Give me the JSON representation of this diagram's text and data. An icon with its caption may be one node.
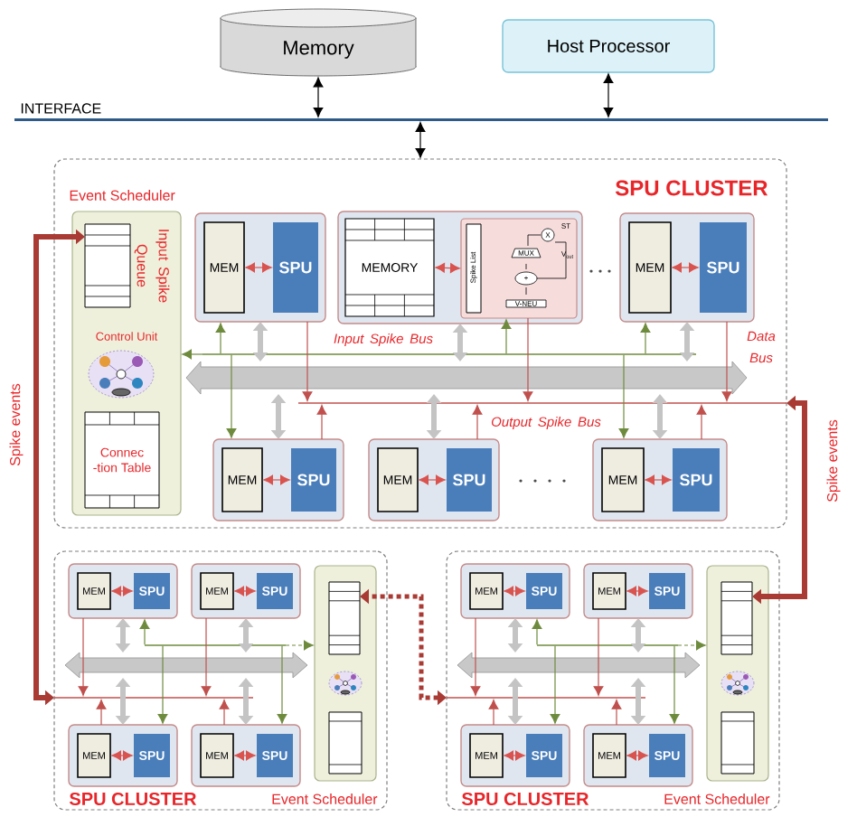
{
  "diagram": {
    "nodes": [
      {
        "text": [
          "Memory"
        ]
      },
      {
        "text": [
          "Host Processor"
        ]
      },
      {
        "text": [
          "INTERFACE"
        ]
      },
      {
        "text": [
          "SPU CLUSTER"
        ]
      },
      {
        "text": [
          "Event Scheduler"
        ],
        "in": 3
      },
      {
        "text": [],
        "shape": "box",
        "beside": [
          "Input Spike Queue"
        ],
        "in": 4
      },
      {
        "text": [
          "Control Unit"
        ],
        "in": 4
      },
      {
        "text": [
          "Connec -tion Table"
        ],
        "in": 4
      },
      {
        "text": [],
        "shape": "box",
        "in": 3
      },
      {
        "text": [
          "MEM"
        ],
        "in": 8
      },
      {
        "text": [
          "SPU"
        ],
        "in": 8
      },
      {
        "text": [],
        "shape": "box",
        "in": 3
      },
      {
        "text": [
          "MEMORY"
        ],
        "in": 11
      },
      {
        "text": [
          "Spike List",
          "MUX",
          "X",
          "ST",
          "V$_{out}$",
          "+",
          "V-NEU"
        ],
        "in": 11
      },
      {
        "text": [],
        "shape": "box",
        "in": 3
      },
      {
        "text": [
          "MEM"
        ],
        "in": 14
      },
      {
        "text": [
          "SPU"
        ],
        "in": 14
      },
      {
        "text": [],
        "shape": "bar",
        "in": 3
      },
      {
        "text": [],
        "shape": "box",
        "in": 3
      },
      {
        "text": [
          "MEM"
        ],
        "in": 18
      },
      {
        "text": [
          "SPU"
        ],
        "in": 18
      },
      {
        "text": [],
        "shape": "box",
        "in": 3
      },
      {
        "text": [
          "MEM"
        ],
        "in": 21
      },
      {
        "text": [
          "SPU"
        ],
        "in": 21
      },
      {
        "text": [],
        "shape": "box",
        "in": 3
      },
      {
        "text": [
          "MEM"
        ],
        "in": 24
      },
      {
        "text": [
          "SPU"
        ],
        "in": 24
      },
      {
        "text": [
          "SPU CLUSTER"
        ]
      },
      {
        "text": [
          "Event Scheduler"
        ],
        "in": 27
      },
      {
        "text": [],
        "shape": "box",
        "in": 28
      },
      {
        "text": [],
        "shape": "box",
        "in": 27
      },
      {
        "text": [
          "MEM"
        ],
        "in": 30
      },
      {
        "text": [
          "SPU"
        ],
        "in": 30
      },
      {
        "text": [],
        "shape": "box",
        "in": 27
      },
      {
        "text": [
          "MEM"
        ],
        "in": 33
      },
      {
        "text": [
          "SPU"
        ],
        "in": 33
      },
      {
        "text": [],
        "shape": "bar",
        "in": 27
      },
      {
        "text": [],
        "shape": "box",
        "in": 27
      },
      {
        "text": [
          "MEM"
        ],
        "in": 37
      },
      {
        "text": [
          "SPU"
        ],
        "in": 37
      },
      {
        "text": [],
        "shape": "box",
        "in": 27
      },
      {
        "text": [
          "MEM"
        ],
        "in": 40
      },
      {
        "text": [
          "SPU"
        ],
        "in": 40
      },
      {
        "text": [
          "SPU CLUSTER"
        ]
      },
      {
        "text": [
          "Event Scheduler"
        ],
        "in": 43
      },
      {
        "text": [],
        "shape": "box",
        "in": 44
      },
      {
        "text": [],
        "shape": "box",
        "in": 43
      },
      {
        "text": [
          "MEM"
        ],
        "in": 46
      },
      {
        "text": [
          "SPU"
        ],
        "in": 46
      },
      {
        "text": [],
        "shape": "box",
        "in": 43
      },
      {
        "text": [
          "MEM"
        ],
        "in": 49
      },
      {
        "text": [
          "SPU"
        ],
        "in": 49
      },
      {
        "text": [],
        "shape": "bar",
        "in": 43
      },
      {
        "text": [],
        "shape": "box",
        "in": 43
      },
      {
        "text": [
          "MEM"
        ],
        "in": 53
      },
      {
        "text": [
          "SPU"
        ],
        "in": 53
      },
      {
        "text": [],
        "shape": "box",
        "in": 43
      },
      {
        "text": [
          "MEM"
        ],
        "in": 56
      },
      {
        "text": [
          "SPU"
        ],
        "in": 56
      },
      {
        "text": [],
        "shape": "bar",
        "in": 3
      },
      {
        "text": [],
        "shape": "bar",
        "in": 3
      },
      {
        "text": [],
        "shape": "bar",
        "in": 27
      },
      {
        "text": [],
        "shape": "bar",
        "in": 27
      },
      {
        "text": [],
        "shape": "bar",
        "in": 43
      },
      {
        "text": [],
        "shape": "bar",
        "in": 43
      }
    ],
    "edges": [
      {
        "from": 0,
        "to": 2,
        "arrow": "both",
        "color": "#000000"
      },
      {
        "from": 1,
        "to": 2,
        "arrow": "both",
        "color": "#000000"
      },
      {
        "from": 2,
        "to": 3,
        "arrow": "both",
        "color": "#000000"
      },
      {
        "from": 9,
        "to": 10,
        "arrow": "both",
        "color": "#d9534f"
      },
      {
        "from": 12,
        "to": 13,
        "arrow": "both",
        "color": "#d9534f"
      },
      {
        "from": 15,
        "to": 16,
        "arrow": "both",
        "color": "#d9534f"
      },
      {
        "from": 19,
        "to": 20,
        "arrow": "both",
        "color": "#d9534f"
      },
      {
        "from": 22,
        "to": 23,
        "arrow": "both",
        "color": "#d9534f"
      },
      {
        "from": 25,
        "to": 26,
        "arrow": "both",
        "color": "#d9534f"
      },
      {
        "from": 31,
        "to": 32,
        "arrow": "both",
        "color": "#d9534f"
      },
      {
        "from": 34,
        "to": 35,
        "arrow": "both",
        "color": "#d9534f"
      },
      {
        "from": 38,
        "to": 39,
        "arrow": "both",
        "color": "#d9534f"
      },
      {
        "from": 41,
        "to": 42,
        "arrow": "both",
        "color": "#d9534f"
      },
      {
        "from": 47,
        "to": 48,
        "arrow": "both",
        "color": "#d9534f"
      },
      {
        "from": 50,
        "to": 51,
        "arrow": "both",
        "color": "#d9534f"
      },
      {
        "from": 54,
        "to": 55,
        "arrow": "both",
        "color": "#d9534f"
      },
      {
        "from": 57,
        "to": 58,
        "arrow": "both",
        "color": "#d9534f"
      },
      {
        "from": 8,
        "to": 59,
        "arrow": "both",
        "style": "thick",
        "color": "#c4c4c4"
      },
      {
        "from": 11,
        "to": 59,
        "arrow": "both",
        "style": "thick",
        "color": "#c4c4c4"
      },
      {
        "from": 14,
        "to": 59,
        "arrow": "both",
        "style": "thick",
        "color": "#c4c4c4"
      },
      {
        "from": 18,
        "to": 59,
        "arrow": "both",
        "style": "thick",
        "color": "#c4c4c4"
      },
      {
        "from": 21,
        "to": 59,
        "arrow": "both",
        "style": "thick",
        "color": "#c4c4c4"
      },
      {
        "from": 24,
        "to": 59,
        "arrow": "both",
        "style": "thick",
        "color": "#c4c4c4"
      },
      {
        "from": 30,
        "to": 61,
        "arrow": "both",
        "style": "thick",
        "color": "#c4c4c4"
      },
      {
        "from": 33,
        "to": 61,
        "arrow": "both",
        "style": "thick",
        "color": "#c4c4c4"
      },
      {
        "from": 37,
        "to": 61,
        "arrow": "both",
        "style": "thick",
        "color": "#c4c4c4"
      },
      {
        "from": 40,
        "to": 61,
        "arrow": "both",
        "style": "thick",
        "color": "#c4c4c4"
      },
      {
        "from": 46,
        "to": 63,
        "arrow": "both",
        "style": "thick",
        "color": "#c4c4c4"
      },
      {
        "from": 49,
        "to": 63,
        "arrow": "both",
        "style": "thick",
        "color": "#c4c4c4"
      },
      {
        "from": 53,
        "to": 63,
        "arrow": "both",
        "style": "thick",
        "color": "#c4c4c4"
      },
      {
        "from": 56,
        "to": 63,
        "arrow": "both",
        "style": "thick",
        "color": "#c4c4c4"
      },
      {
        "from": 62,
        "to": 5,
        "arrow": "both",
        "label": "Spike events",
        "style": "thick",
        "color": "#a93a34"
      },
      {
        "from": 60,
        "to": 45,
        "arrow": "both",
        "label": "Spike events",
        "style": "thick",
        "color": "#a93a34"
      },
      {
        "from": 64,
        "to": 29,
        "arrow": "both",
        "style": "dashed",
        "color": "#a93a34"
      },
      {
        "from": 17,
        "to": 4,
        "arrow": "to",
        "color": "#6e8b3d"
      },
      {
        "from": 17,
        "to": 8,
        "arrow": "to",
        "color": "#6e8b3d"
      },
      {
        "from": 17,
        "to": 13,
        "arrow": "to",
        "color": "#6e8b3d"
      },
      {
        "from": 17,
        "to": 14,
        "arrow": "to",
        "color": "#6e8b3d"
      },
      {
        "from": 17,
        "to": 18,
        "arrow": "to",
        "color": "#6e8b3d"
      },
      {
        "from": 17,
        "to": 24,
        "arrow": "to",
        "color": "#6e8b3d"
      },
      {
        "from": 8,
        "to": 60,
        "arrow": "to",
        "color": "#c0504d"
      },
      {
        "from": 13,
        "to": 60,
        "arrow": "to",
        "color": "#c0504d"
      },
      {
        "from": 14,
        "to": 60,
        "arrow": "to",
        "color": "#c0504d"
      },
      {
        "from": 18,
        "to": 60,
        "arrow": "to",
        "color": "#c0504d"
      },
      {
        "from": 21,
        "to": 60,
        "arrow": "to",
        "color": "#c0504d"
      },
      {
        "from": 24,
        "to": 60,
        "arrow": "to",
        "color": "#c0504d"
      },
      {
        "from": 36,
        "to": 28,
        "arrow": "to",
        "style": "dashed",
        "color": "#6e8b3d"
      },
      {
        "from": 36,
        "to": 30,
        "arrow": "to",
        "color": "#6e8b3d"
      },
      {
        "from": 36,
        "to": 37,
        "arrow": "to",
        "color": "#6e8b3d"
      },
      {
        "from": 36,
        "to": 40,
        "arrow": "to",
        "color": "#6e8b3d"
      },
      {
        "from": 30,
        "to": 62,
        "arrow": "to",
        "color": "#c0504d"
      },
      {
        "from": 33,
        "to": 62,
        "arrow": "to",
        "color": "#c0504d"
      },
      {
        "from": 37,
        "to": 62,
        "arrow": "to",
        "color": "#c0504d"
      },
      {
        "from": 40,
        "to": 62,
        "arrow": "to",
        "color": "#c0504d"
      },
      {
        "from": 52,
        "to": 44,
        "arrow": "to",
        "style": "dashed",
        "color": "#6e8b3d"
      },
      {
        "from": 52,
        "to": 46,
        "arrow": "to",
        "color": "#6e8b3d"
      },
      {
        "from": 52,
        "to": 53,
        "arrow": "to",
        "color": "#6e8b3d"
      },
      {
        "from": 52,
        "to": 56,
        "arrow": "to",
        "color": "#6e8b3d"
      },
      {
        "from": 46,
        "to": 64,
        "arrow": "to",
        "color": "#c0504d"
      },
      {
        "from": 49,
        "to": 64,
        "arrow": "to",
        "color": "#c0504d"
      },
      {
        "from": 53,
        "to": 64,
        "arrow": "to",
        "color": "#c0504d"
      },
      {
        "from": 56,
        "to": 64,
        "arrow": "to",
        "color": "#c0504d"
      }
    ],
    "labels": [
      "Input Spike Bus",
      "Data Bus",
      "Output Spike Bus"
    ]
  }
}
